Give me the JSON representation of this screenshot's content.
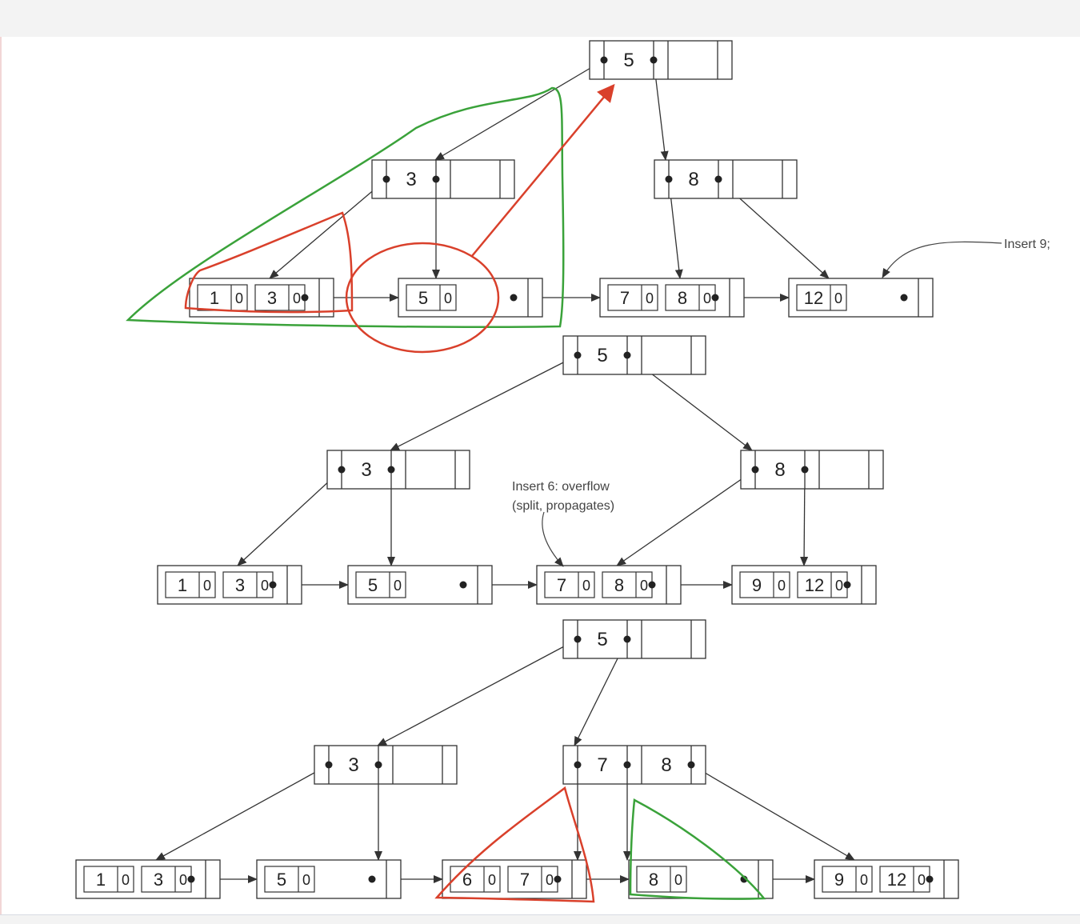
{
  "stages": [
    {
      "root": [
        "5"
      ],
      "internal": [
        [
          "3"
        ],
        [
          "8"
        ]
      ],
      "leaves": [
        [
          [
            "1",
            "0"
          ],
          [
            "3",
            "0"
          ]
        ],
        [
          [
            "5",
            "0"
          ]
        ],
        [
          [
            "7",
            "0"
          ],
          [
            "8",
            "0"
          ]
        ],
        [
          [
            "12",
            "0"
          ]
        ]
      ],
      "note": "Insert 9;"
    },
    {
      "root": [
        "5"
      ],
      "internal": [
        [
          "3"
        ],
        [
          "8"
        ]
      ],
      "leaves": [
        [
          [
            "1",
            "0"
          ],
          [
            "3",
            "0"
          ]
        ],
        [
          [
            "5",
            "0"
          ]
        ],
        [
          [
            "7",
            "0"
          ],
          [
            "8",
            "0"
          ]
        ],
        [
          [
            "9",
            "0"
          ],
          [
            "12",
            "0"
          ]
        ]
      ],
      "note_line1": "Insert 6: overflow",
      "note_line2": "(split, propagates)"
    },
    {
      "root": [
        "5"
      ],
      "internal": [
        [
          "3"
        ],
        [
          "7",
          "8"
        ]
      ],
      "leaves": [
        [
          [
            "1",
            "0"
          ],
          [
            "3",
            "0"
          ]
        ],
        [
          [
            "5",
            "0"
          ]
        ],
        [
          [
            "6",
            "0"
          ],
          [
            "7",
            "0"
          ]
        ],
        [
          [
            "8",
            "0"
          ]
        ],
        [
          [
            "9",
            "0"
          ],
          [
            "12",
            "0"
          ]
        ]
      ]
    }
  ],
  "colors": {
    "ink": "#333333",
    "annotation_red": "#d9402b",
    "annotation_green": "#3aa23a",
    "background": "#ffffff"
  }
}
